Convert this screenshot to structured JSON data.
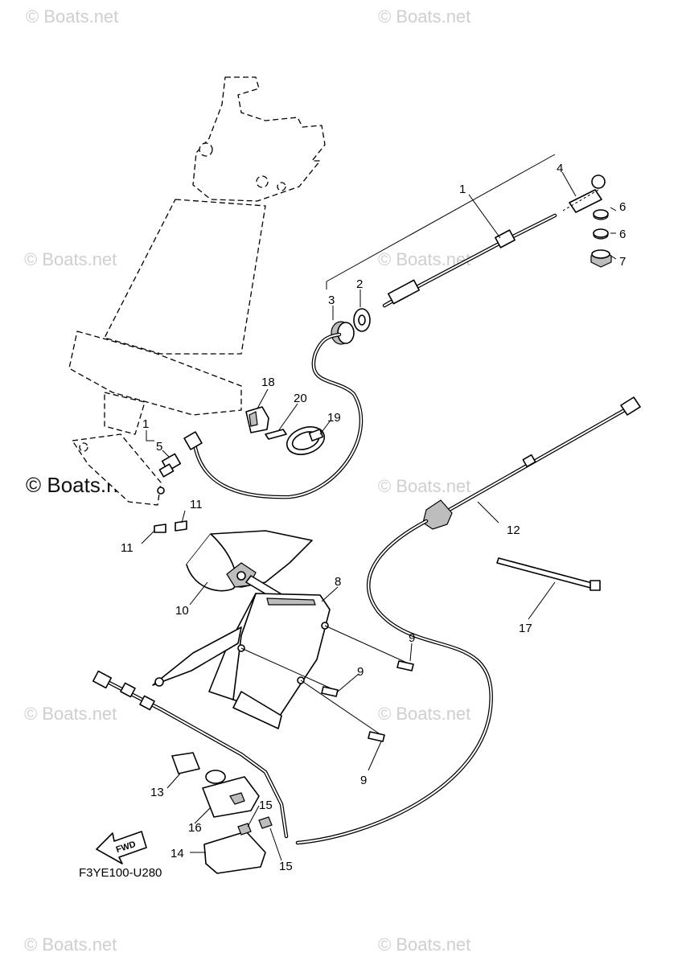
{
  "watermark": {
    "text": "© Boats.net",
    "primary_text": "© Boats.net"
  },
  "diagram_code": "F3YE100-U280",
  "fwd_label": "FWD",
  "callouts": {
    "c1a": "1",
    "c1b": "1",
    "c2": "2",
    "c3": "3",
    "c4": "4",
    "c5": "5",
    "c6a": "6",
    "c6b": "6",
    "c7": "7",
    "c8": "8",
    "c9a": "9",
    "c9b": "9",
    "c9c": "9",
    "c10": "10",
    "c11a": "11",
    "c11b": "11",
    "c12": "12",
    "c13": "13",
    "c14": "14",
    "c15a": "15",
    "c15b": "15",
    "c16": "16",
    "c17": "17",
    "c18": "18",
    "c19": "19",
    "c20": "20"
  },
  "icons": {
    "fwd": "fwd-arrow-icon"
  }
}
